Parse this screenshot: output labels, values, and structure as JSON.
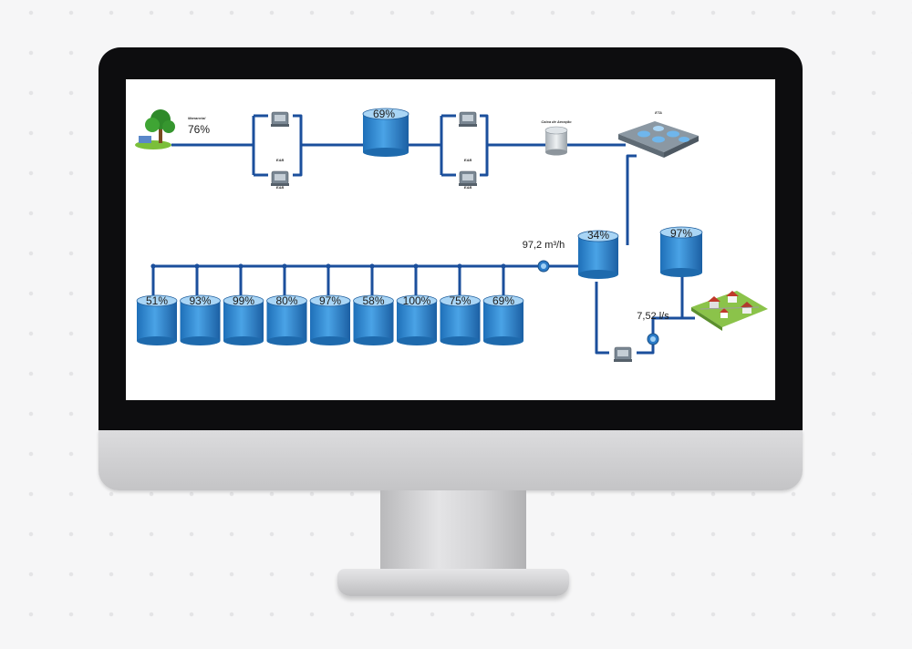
{
  "source": {
    "label": "Manancial",
    "level": "76%"
  },
  "pump_stations_1": {
    "top": "EAB",
    "bottom": "EAB"
  },
  "reservoir_main": {
    "label": "",
    "level": "69%"
  },
  "pump_stations_2": {
    "top": "EAB",
    "bottom": "EAB"
  },
  "aeration_box": {
    "label": "Caixa de Aeração"
  },
  "treatment_plant": {
    "label": "ETA"
  },
  "treated_reservoir": {
    "label": "",
    "level": "34%"
  },
  "flow_main": {
    "value": "97,2 m³/h",
    "label": ""
  },
  "high_reservoir": {
    "label": "",
    "level": "97%"
  },
  "flow_secondary": {
    "value": "7,52 l/s",
    "label": ""
  },
  "pump_station_3": {
    "label": ""
  },
  "reservoirs": [
    {
      "level": "51%",
      "label": ""
    },
    {
      "level": "93%",
      "label": ""
    },
    {
      "level": "99%",
      "label": ""
    },
    {
      "level": "80%",
      "label": ""
    },
    {
      "level": "97%",
      "label": ""
    },
    {
      "level": "58%",
      "label": ""
    },
    {
      "level": "100%",
      "label": ""
    },
    {
      "level": "75%",
      "label": ""
    },
    {
      "level": "69%",
      "label": ""
    }
  ],
  "colors": {
    "pipe": "#1b4f9c",
    "water": "#2e86d4",
    "water_light": "#6fb6ec"
  },
  "icons": {
    "tree": "tree-icon",
    "pump": "pump-station-icon",
    "meter": "flow-meter-icon",
    "houses": "neighborhood-icon"
  }
}
